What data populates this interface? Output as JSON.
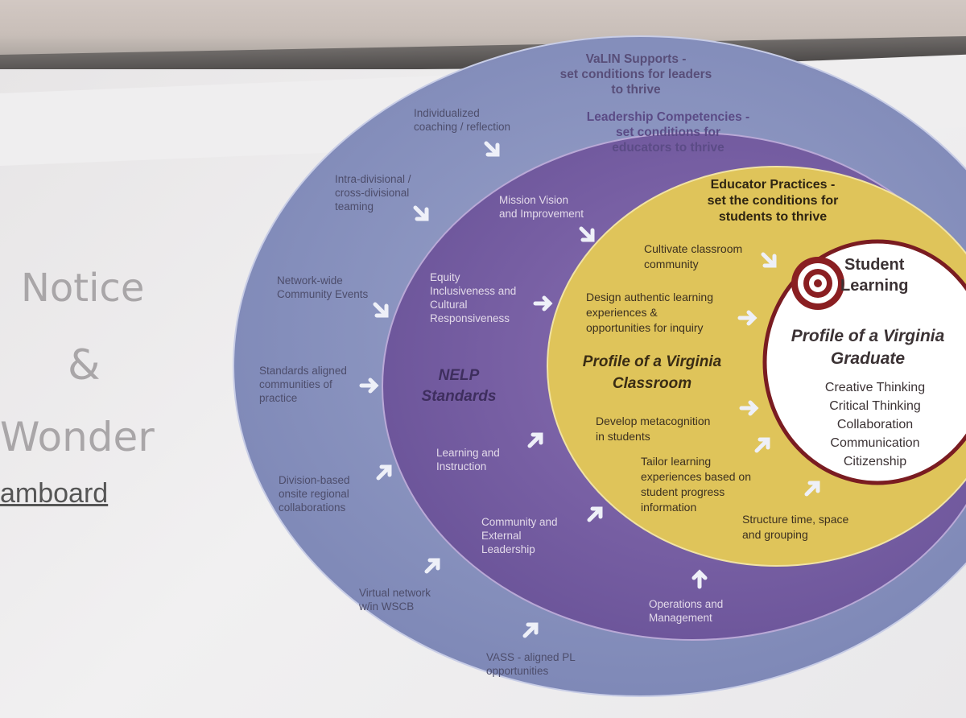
{
  "left_panel": {
    "notice": "Notice",
    "amp": "&",
    "wonder": "Wonder",
    "link": "amboard"
  },
  "outer_ring": {
    "title": "VaLIN Supports -\nset conditions for leaders\nto thrive",
    "items": [
      "Individualized\ncoaching / reflection",
      "Intra-divisional /\ncross-divisional\nteaming",
      "Network-wide\nCommunity Events",
      "Standards aligned\ncommunities of\npractice",
      "Division-based\nonsite regional\ncollaborations",
      "Virtual network\nw/in WSCB",
      "VASS - aligned PL\nopportunities"
    ]
  },
  "middle_ring": {
    "title": "Leadership Competencies -\nset conditions for\neducators to thrive",
    "center_label": "NELP\nStandards",
    "items": [
      "Mission Vision\nand Improvement",
      "Equity\nInclusiveness and\nCultural\nResponsiveness",
      "Learning and\nInstruction",
      "Community and\nExternal\nLeadership",
      "Operations and\nManagement"
    ]
  },
  "inner_ring": {
    "title": "Educator Practices -\nset the conditions for\nstudents to thrive",
    "center_label": "Profile of a Virginia\nClassroom",
    "items": [
      "Cultivate classroom\ncommunity",
      "Design authentic learning\nexperiences  &\nopportunities for inquiry",
      "Develop metacognition\nin students",
      "Tailor learning\nexperiences based on\nstudent progress\ninformation",
      "Structure time, space\nand grouping"
    ]
  },
  "core": {
    "title": "Student\nLearning",
    "profile": "Profile of a Virginia\nGraduate",
    "skills": [
      "Creative Thinking",
      "Critical Thinking",
      "Collaboration",
      "Communication",
      "Citizenship"
    ]
  },
  "colors": {
    "outer_ring": "#8d97c0",
    "middle_ring": "#7c63a8",
    "inner_ring": "#e0c65a",
    "core": "#ffffff",
    "target": "#8a1f22"
  }
}
